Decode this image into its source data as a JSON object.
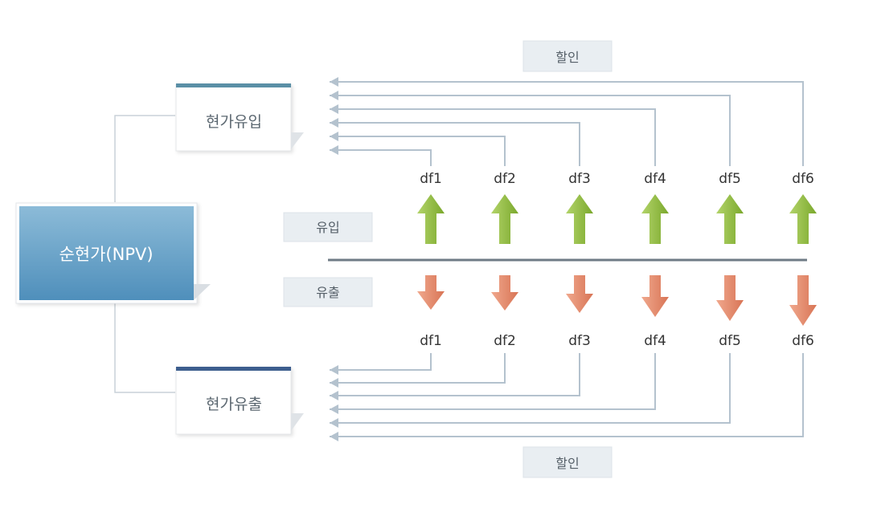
{
  "npv_label": "순현가(NPV)",
  "inflow_pv_label": "현가유입",
  "outflow_pv_label": "현가유출",
  "discount_top_label": "할인",
  "discount_bottom_label": "할인",
  "inflow_label": "유입",
  "outflow_label": "유출",
  "factors_top": [
    "df1",
    "df2",
    "df3",
    "df4",
    "df5",
    "df6"
  ],
  "factors_bottom": [
    "df1",
    "df2",
    "df3",
    "df4",
    "df5",
    "df6"
  ],
  "colors": {
    "npv_box_top": "#8cbbd8",
    "npv_box_bottom": "#4f8fbb",
    "inflow_bar": "#5a8fa6",
    "outflow_bar": "#3d5e8e",
    "arrow_up": "#8fbb3a",
    "arrow_down": "#e2876a",
    "connector": "#b4c2ce",
    "timeline": "#6f7b86",
    "tag_bg": "#e9eef2"
  }
}
